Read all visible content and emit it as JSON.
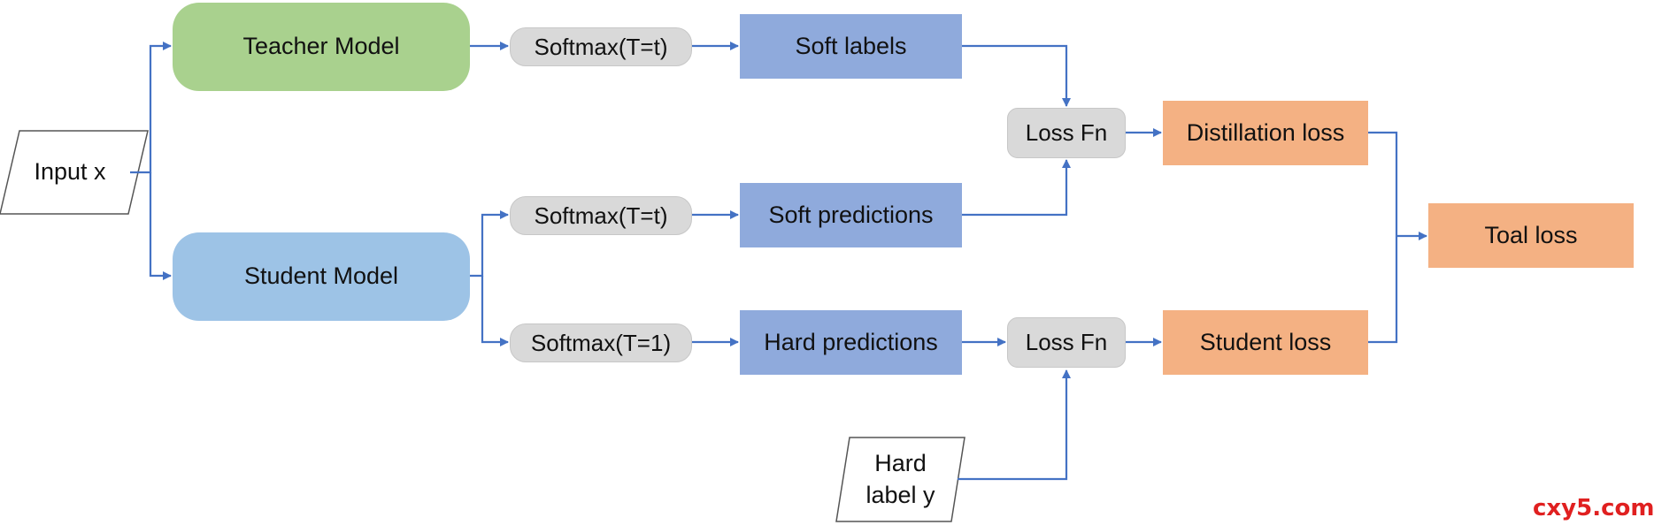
{
  "diagram": {
    "input": "Input x",
    "teacher_model": "Teacher Model",
    "student_model": "Student Model",
    "softmax_teacher": "Softmax(T=t)",
    "softmax_student_soft": "Softmax(T=t)",
    "softmax_student_hard": "Softmax(T=1)",
    "soft_labels": "Soft labels",
    "soft_predictions": "Soft predictions",
    "hard_predictions": "Hard predictions",
    "loss_fn_top": "Loss Fn",
    "loss_fn_bottom": "Loss Fn",
    "distillation_loss": "Distillation loss",
    "student_loss": "Student loss",
    "total_loss": "Toal loss",
    "hard_label_line1": "Hard",
    "hard_label_line2": "label y"
  },
  "watermark": "cxy5.com",
  "colors": {
    "teacher": "#a9d18e",
    "student": "#9dc3e6",
    "softmax": "#d9d9d9",
    "prediction": "#8faadc",
    "loss": "#f4b183",
    "arrow": "#4472c4",
    "watermark": "#e02020"
  }
}
